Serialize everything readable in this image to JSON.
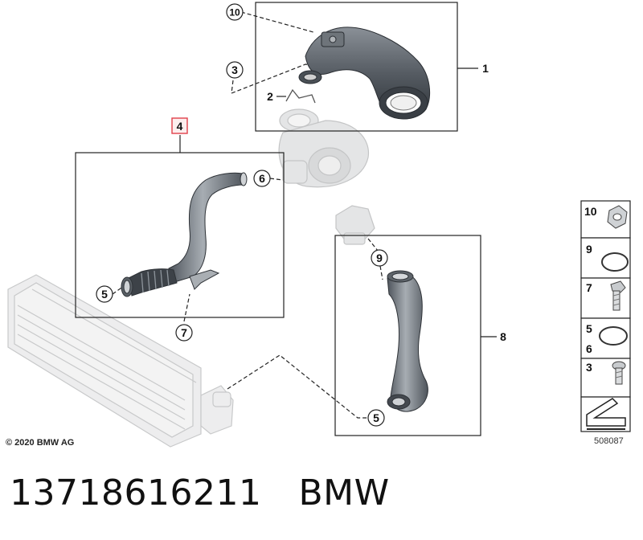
{
  "copyright": "© 2020 BMW AG",
  "diagram_id": "508087",
  "part_number": "13718616211",
  "brand": "BMW",
  "callouts": {
    "c1": "1",
    "c2": "2",
    "c3": "3",
    "c4": "4",
    "c5a": "5",
    "c5b": "5",
    "c6": "6",
    "c7": "7",
    "c8": "8",
    "c9": "9",
    "c10": "10"
  },
  "legend": {
    "l10": "10",
    "l9": "9",
    "l7": "7",
    "l5": "5",
    "l6": "6",
    "l3": "3"
  },
  "colors": {
    "highlight": "#e0404a",
    "hose_dark": "#5e646b",
    "hose_light": "#9aa1a8",
    "ghost": "#d9dadb"
  }
}
